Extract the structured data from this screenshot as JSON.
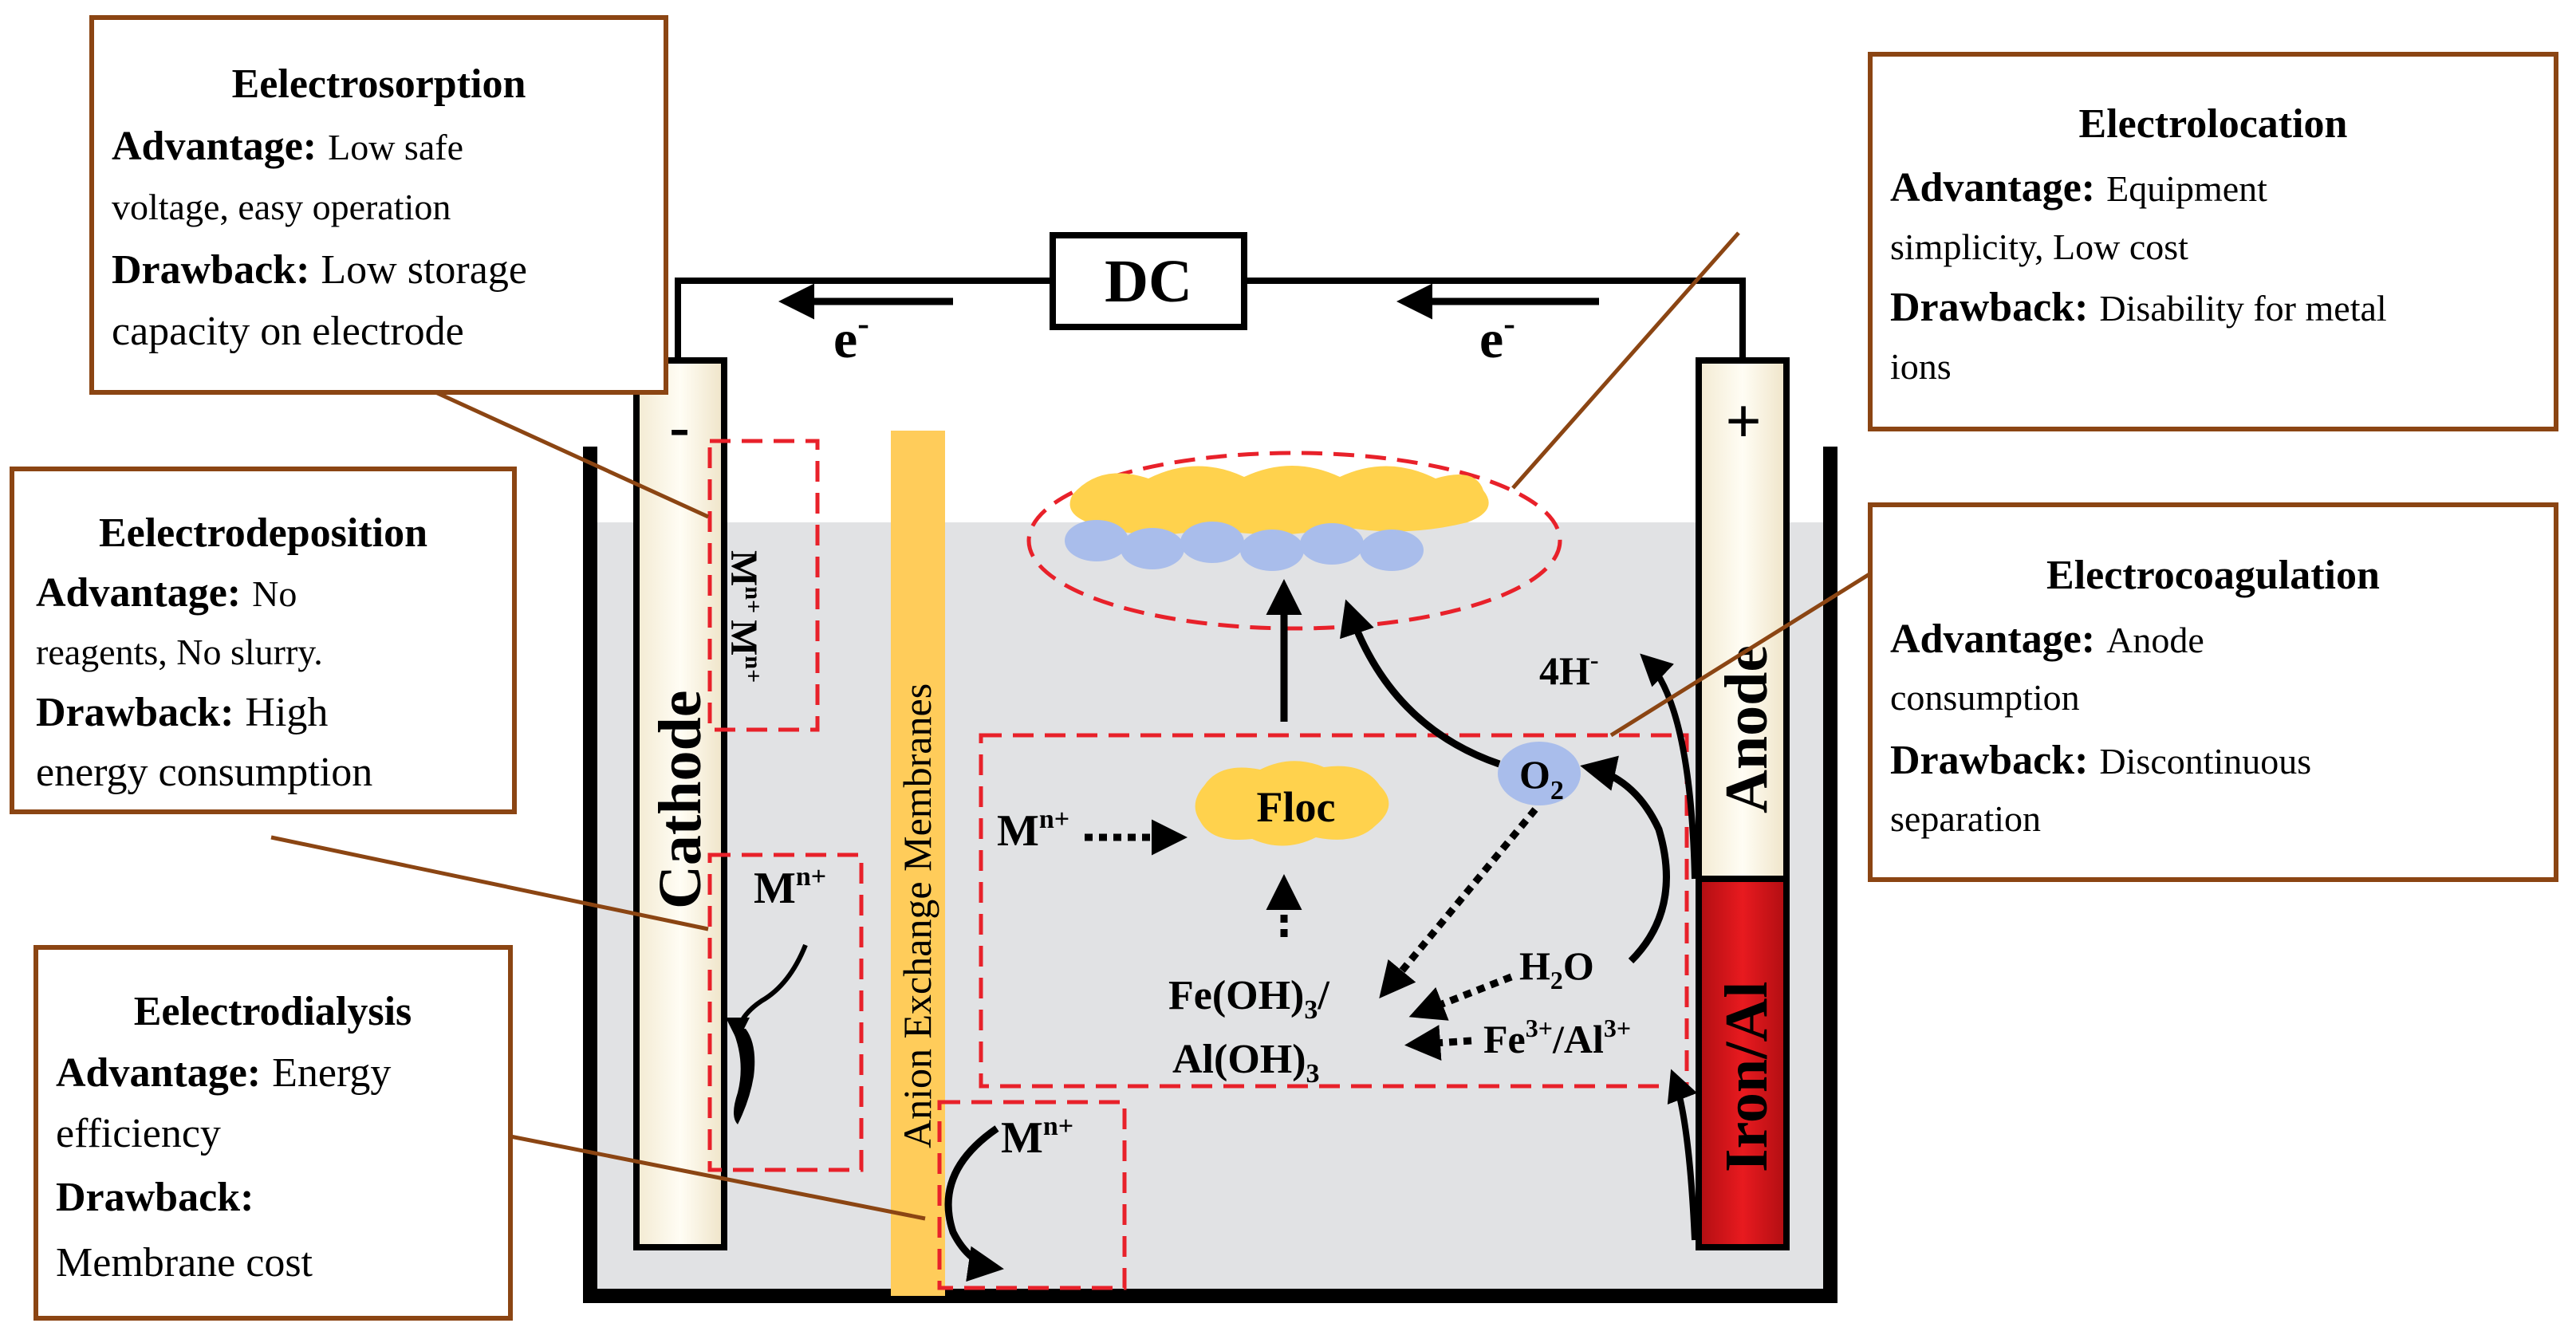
{
  "colors": {
    "box_border": "#8B4513",
    "dashed": "#E8212A",
    "electrolyte": "#E1E2E4",
    "membrane": "#FFCC5A",
    "iron_red": "#E0161B",
    "floc": "#FFD24D",
    "bubble": "#A9BDEB"
  },
  "circuit": {
    "dc_label": "DC",
    "electron_left": "e",
    "electron_right": "e",
    "electron_sup": "-"
  },
  "electrodes": {
    "cathode_label": "Cathode",
    "cathode_sign": "-",
    "anode_label": "Anode",
    "anode_sign": "+",
    "iron_label": "Iron/Al"
  },
  "membrane_label": "Anion Exchange Membranes",
  "boxes": {
    "electrosorption": {
      "title": "Eelectrosorption",
      "adv_label": "Advantage:",
      "adv_text_1": "Low safe",
      "adv_text_2": "voltage, easy operation",
      "draw_label": "Drawback:",
      "draw_text_1": "Low storage",
      "draw_text_2": "capacity on electrode"
    },
    "electrodeposition": {
      "title": "Eelectrodeposition",
      "adv_label": "Advantage:",
      "adv_text_1": "No",
      "adv_text_2": "reagents, No slurry.",
      "draw_label": "Drawback:",
      "draw_text_1": "High",
      "draw_text_2": "energy consumption"
    },
    "electrodialysis": {
      "title": "Eelectrodialysis",
      "adv_label": "Advantage:",
      "adv_text_1": "Energy",
      "adv_text_2": "efficiency",
      "draw_label": "Drawback:",
      "draw_text_1": "Membrane cost"
    },
    "electrolocation": {
      "title": "Electrolocation",
      "adv_label": "Advantage:",
      "adv_text_1": "Equipment",
      "adv_text_2": "simplicity, Low cost",
      "draw_label": "Drawback:",
      "draw_text_1": "Disability for metal",
      "draw_text_2": "ions"
    },
    "electrocoagulation": {
      "title": "Electrocoagulation",
      "adv_label": "Advantage:",
      "adv_text_1": "Anode",
      "adv_text_2": "consumption",
      "draw_label": "Drawback:",
      "draw_text_1": "Discontinuous",
      "draw_text_2": "separation"
    }
  },
  "species": {
    "m": "M",
    "n_plus": "n+",
    "floc": "Floc",
    "o2_main": "O",
    "o2_sub": "2",
    "h_ion": "4H",
    "h_ion_sup": "-",
    "h2o_h": "H",
    "h2o_sub": "2",
    "h2o_o": "O",
    "feoh_1": "Fe(OH)",
    "feoh_sub": "3",
    "feoh_slash": "/",
    "aloh_1": "Al(OH)",
    "aloh_sub": "3",
    "fe": "Fe",
    "fe_sup": "3+",
    "al_slash": "/Al",
    "al_sup": "3+"
  }
}
